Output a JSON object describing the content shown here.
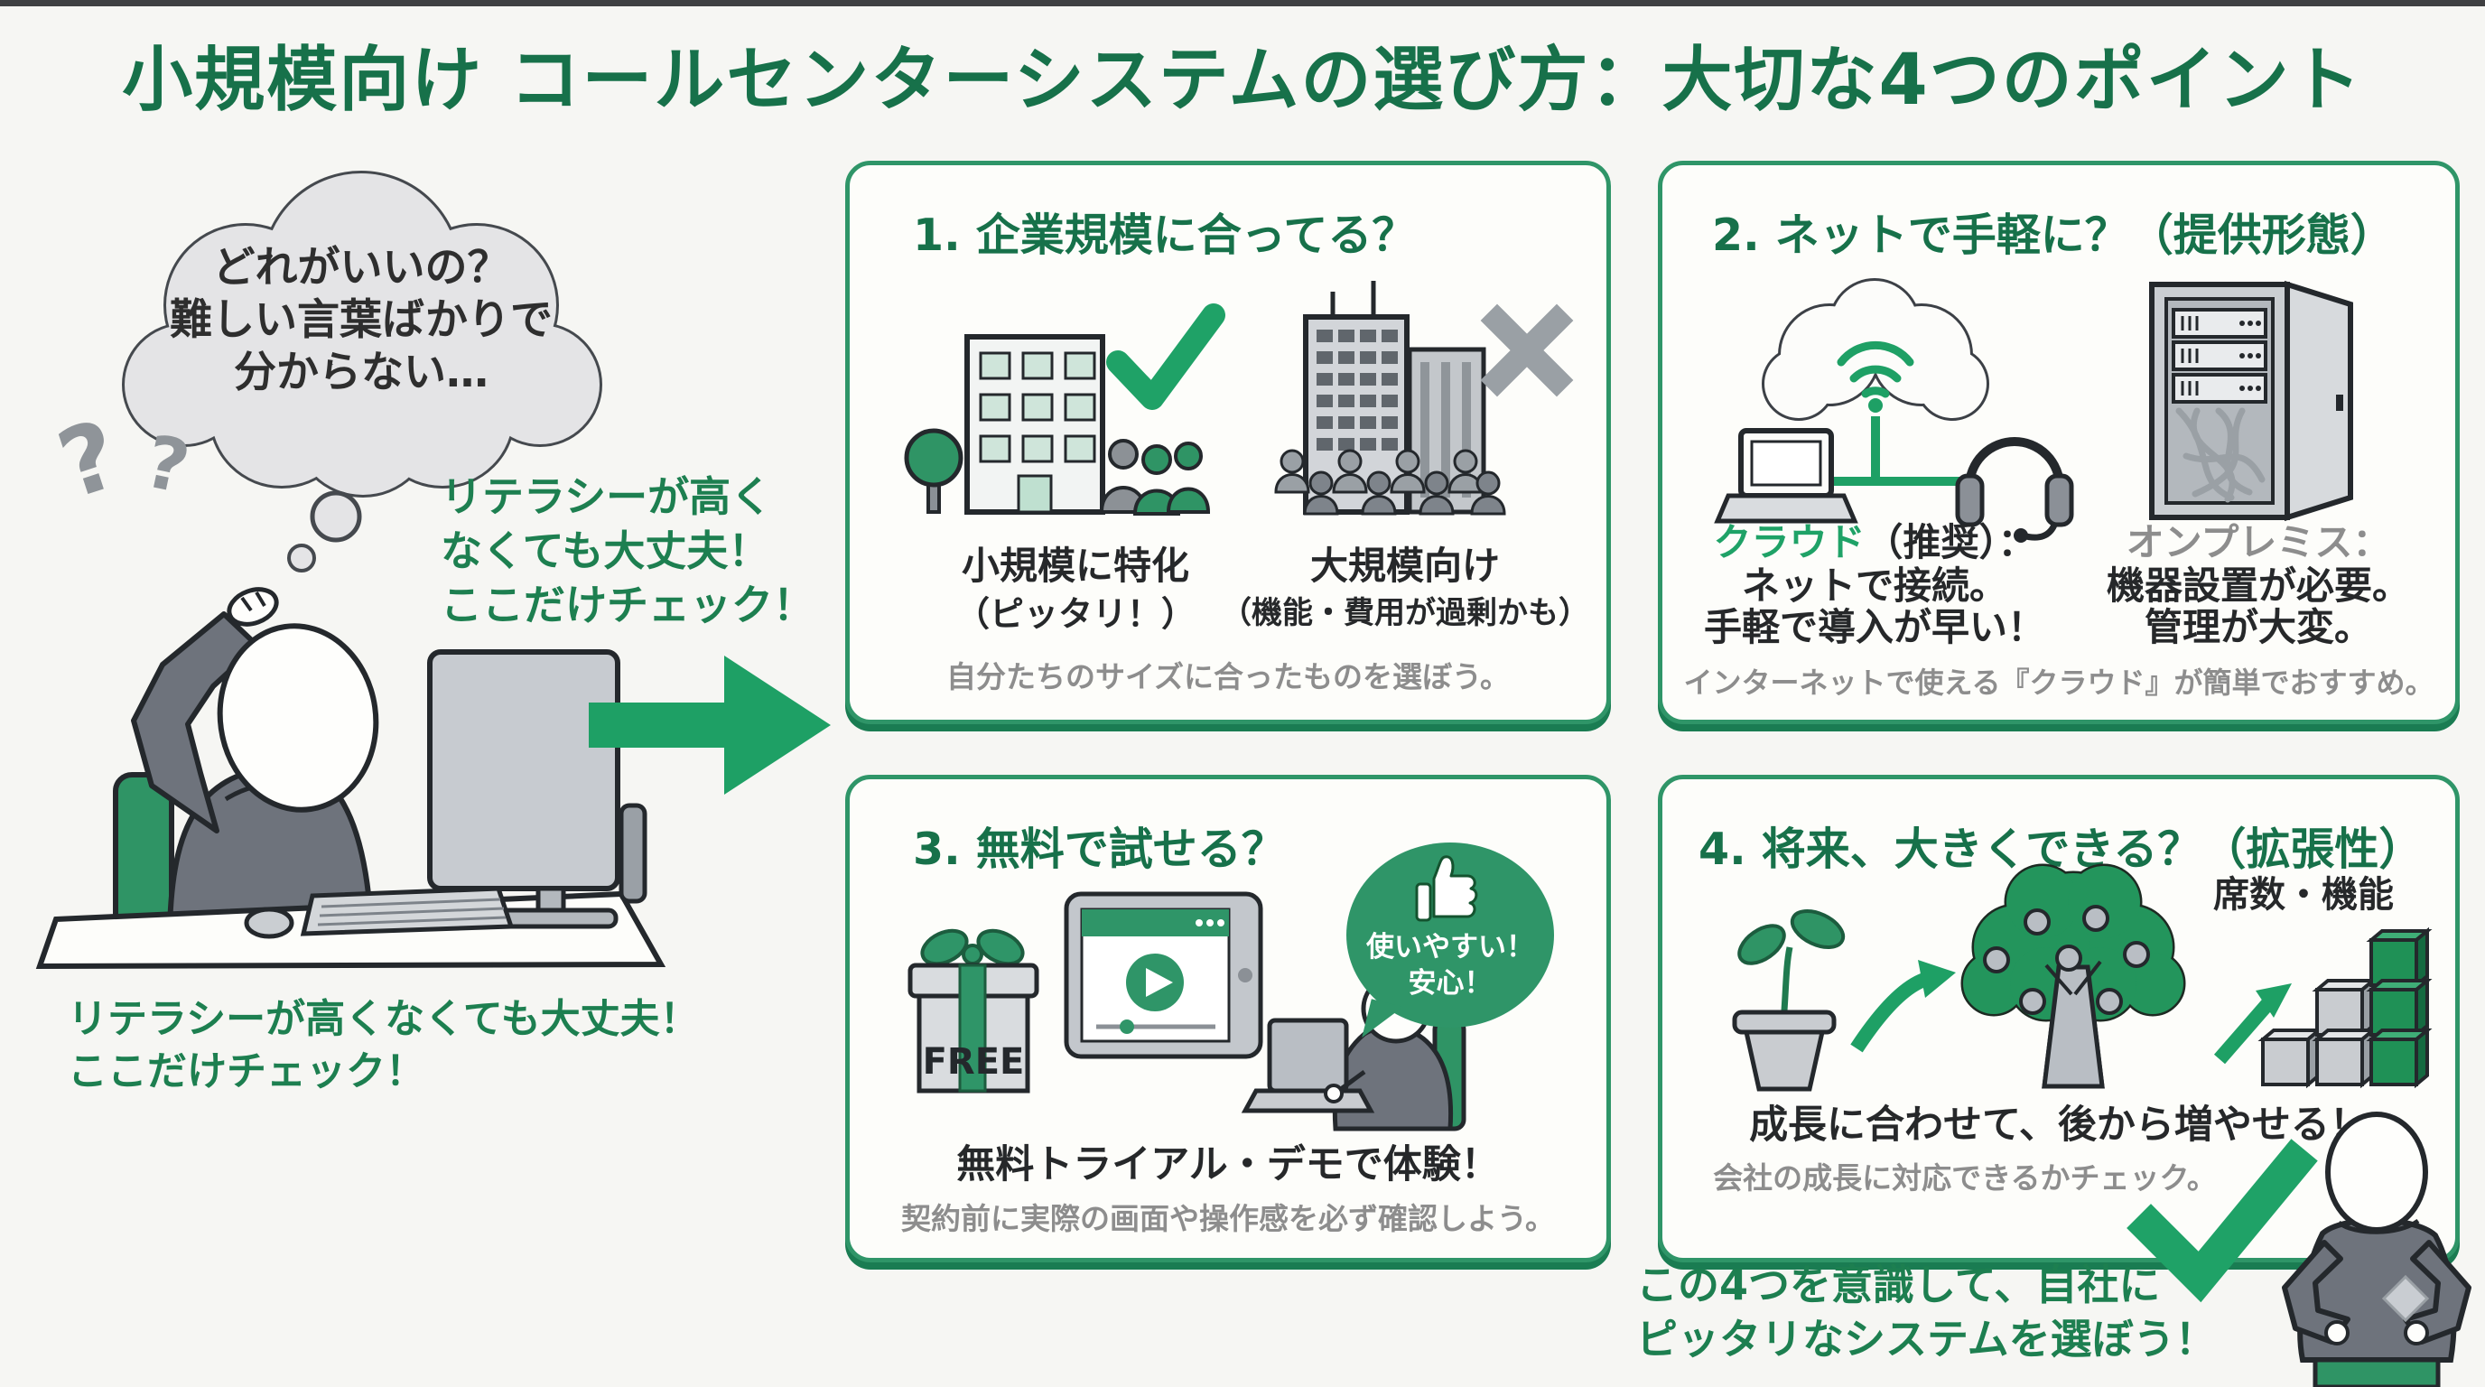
{
  "title": "小規模向け コールセンターシステムの選び方：大切な4つのポイント",
  "left": {
    "thought_bubble": [
      "どれがいいの？",
      "難しい言葉ばかりで",
      "分からない…"
    ],
    "question_marks": [
      "?",
      "?"
    ],
    "callout": [
      "リテラシーが高く",
      "なくても大丈夫！",
      "ここだけチェック！"
    ],
    "bottom_note": [
      "リテラシーが高くなくても大丈夫！",
      "ここだけチェック！"
    ]
  },
  "boxes": [
    {
      "title": "1. 企業規模に合ってる？",
      "left_label": "小規模に特化",
      "left_sub": "（ピッタリ！）",
      "right_label": "大規模向け",
      "right_sub": "（機能・費用が過剰かも）",
      "footer": "自分たちのサイズに合ったものを選ぼう。"
    },
    {
      "title": "2. ネットで手軽に？（提供形態）",
      "cloud_label": "クラウド",
      "cloud_label_suffix": "（推奨）：",
      "cloud_line1": "ネットで接続。",
      "cloud_line2": "手軽で導入が早い！",
      "onprem_label": "オンプレミス：",
      "onprem_line1": "機器設置が必要。",
      "onprem_line2": "管理が大変。",
      "footer": "インターネットで使える『クラウド』が簡単でおすすめ。"
    },
    {
      "title": "3. 無料で試せる？",
      "gift_label": "FREE",
      "speech": [
        "使いやすい！",
        "安心！"
      ],
      "label": "無料トライアル・デモで体験！",
      "footer": "契約前に実際の画面や操作感を必ず確認しよう。"
    },
    {
      "title": "4. 将来、大きくできる？（拡張性）",
      "capacity_label": "席数・機能",
      "label": "成長に合わせて、後から増やせる！",
      "footer": "会社の成長に対応できるかチェック。"
    }
  ],
  "conclusion": [
    "この4つを意識して、自社に",
    "ピッタリなシステムを選ぼう！"
  ],
  "colors": {
    "accent_green": "#1fa267",
    "deep_green_text": "#17714a",
    "callout_green": "#1d7f50",
    "box_border_green": "#2f9568",
    "illustration_green": "#2f9465",
    "text_dark": "#26282a",
    "text_gray": "#8d8d8d",
    "background": "#f6f6f3"
  }
}
